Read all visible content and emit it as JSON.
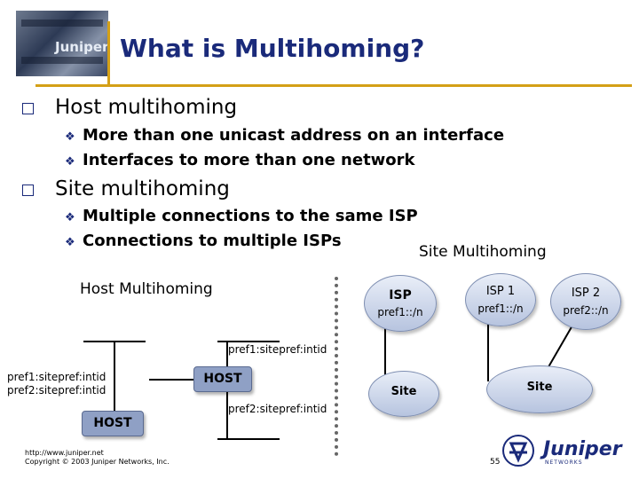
{
  "slide": {
    "title": "What is Multihoming?",
    "bullets": [
      {
        "text": "Host multihoming",
        "sub": [
          "More than one unicast address on an interface",
          "Interfaces to more than one network"
        ]
      },
      {
        "text": "Site multihoming",
        "sub": [
          "Multiple connections to the same ISP",
          "Connections to multiple ISPs"
        ]
      }
    ]
  },
  "host_diagram": {
    "heading": "Host Multihoming",
    "left_label_1": "pref1:sitepref:intid",
    "left_label_2": "pref2:sitepref:intid",
    "host_center": "HOST",
    "host_left": "HOST",
    "right_label_1": "pref1:sitepref:intid",
    "right_label_2": "pref2:sitepref:intid"
  },
  "site_diagram": {
    "heading": "Site Multihoming",
    "isp_single": {
      "name": "ISP",
      "prefix": "pref1::/n"
    },
    "isp1": {
      "name": "ISP 1",
      "prefix": "pref1::/n"
    },
    "isp2": {
      "name": "ISP 2",
      "prefix": "pref2::/n"
    },
    "site_left": "Site",
    "site_right": "Site"
  },
  "footer": {
    "url": "http://www.juniper.net",
    "copyright": "Copyright © 2003 Juniper Networks, Inc.",
    "page": "55",
    "logo_text": "Juniper",
    "logo_sub": "NETWORKS"
  },
  "colors": {
    "title": "#1a2a7a",
    "accent_bar": "#d4a017",
    "cloud": "#c9d3ea",
    "host_box": "#8fa0c5"
  },
  "icons": {
    "logo": "juniper-logo",
    "bullet": "square-bullet",
    "sub_bullet": "diamond-bullet"
  }
}
